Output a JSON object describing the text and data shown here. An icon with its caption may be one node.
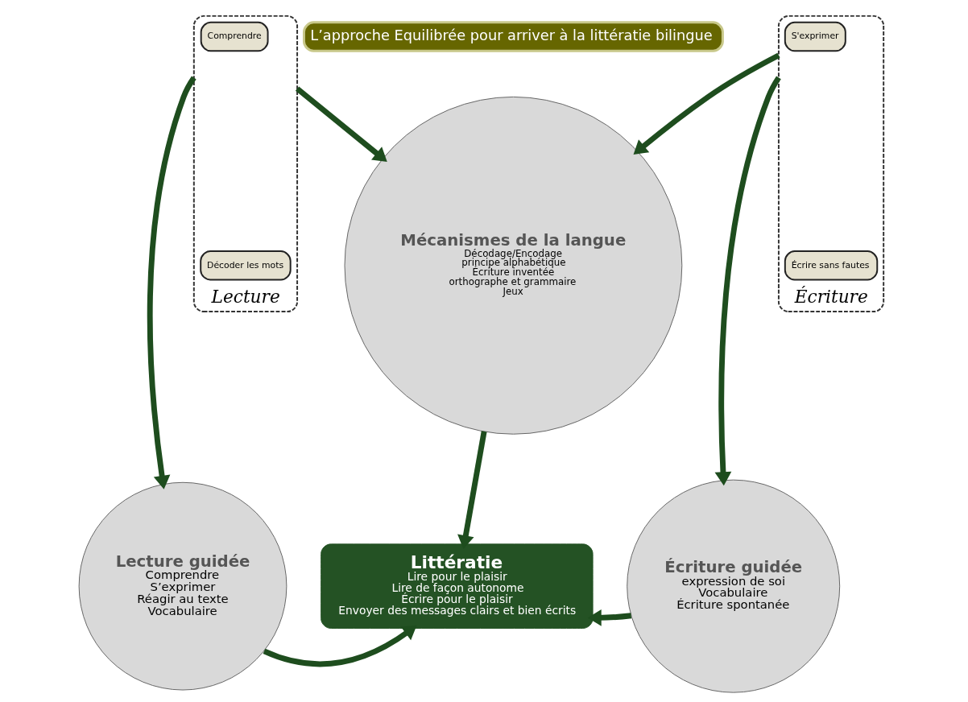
{
  "diagram": {
    "nodes": [
      {
        "text": [
          "L’approche Equilibrée pour arriver à la littératie bilingue"
        ]
      },
      {
        "text": [
          "Lecture"
        ]
      },
      {
        "text": [
          "Décoder les mots"
        ],
        "in": 1
      },
      {
        "text": [
          "Comprendre"
        ],
        "in": 1
      },
      {
        "text": [
          "Mécanismes de la langue",
          "Décodage/Encodage",
          "principe alphabétique",
          "Écriture inventée",
          "orthographe et grammaire",
          "Jeux"
        ]
      },
      {
        "text": [
          "Écriture"
        ]
      },
      {
        "text": [
          "Écrire sans fautes"
        ],
        "in": 5
      },
      {
        "text": [
          "S'exprimer"
        ],
        "in": 5
      },
      {
        "text": [
          "Lecture guidée",
          "Comprendre",
          "S’exprimer",
          "Réagir au texte",
          "Vocabulaire"
        ]
      },
      {
        "text": [
          "Littératie",
          "Lire pour le plaisir",
          "Lire de façon autonome",
          "Écrire pour le plaisir",
          "Envoyer des messages clairs et bien écrits"
        ]
      },
      {
        "text": [
          "Écriture guidée",
          "expression de soi",
          "Vocabulaire",
          "Écriture spontanée"
        ]
      }
    ],
    "edges": [
      {
        "from": 1,
        "to": 4,
        "arrow": "to"
      },
      {
        "from": 5,
        "to": 4,
        "arrow": "to"
      },
      {
        "from": 1,
        "to": 8,
        "arrow": "to"
      },
      {
        "from": 4,
        "to": 9,
        "arrow": "to"
      },
      {
        "from": 5,
        "to": 10,
        "arrow": "to"
      },
      {
        "from": 8,
        "to": 9,
        "arrow": "to"
      },
      {
        "from": 10,
        "to": 9,
        "arrow": "to"
      }
    ]
  }
}
